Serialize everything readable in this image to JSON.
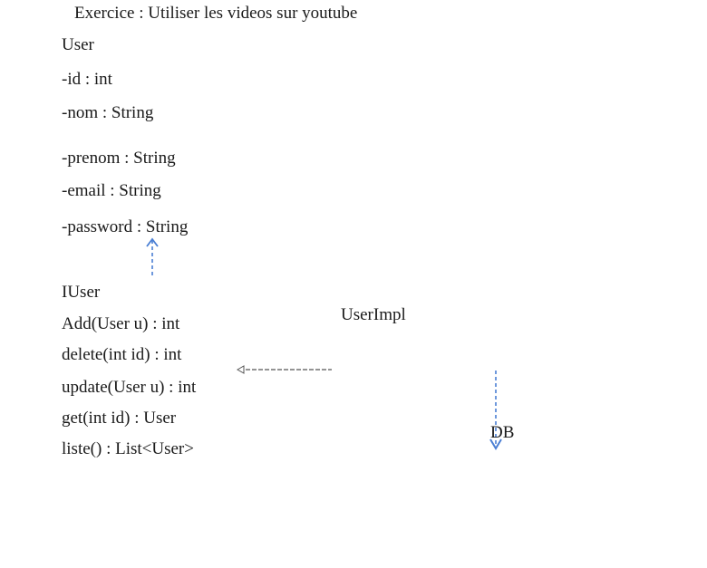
{
  "title": "Exercice : Utiliser les videos sur youtube",
  "user_class": {
    "name": "User",
    "attributes": [
      "-id : int",
      "-nom : String",
      "-prenom : String",
      "-email : String",
      "-password : String"
    ]
  },
  "iuser_interface": {
    "name": "IUser",
    "methods": [
      "Add(User u) : int",
      "delete(int id) : int",
      "update(User u) : int",
      "get(int id) : User",
      "liste() : List<User>"
    ]
  },
  "userimpl_class": {
    "name": "UserImpl"
  },
  "db": {
    "name": "DB"
  },
  "colors": {
    "text": "#1a1a1a",
    "arrow_blue": "#4a7fd4"
  }
}
